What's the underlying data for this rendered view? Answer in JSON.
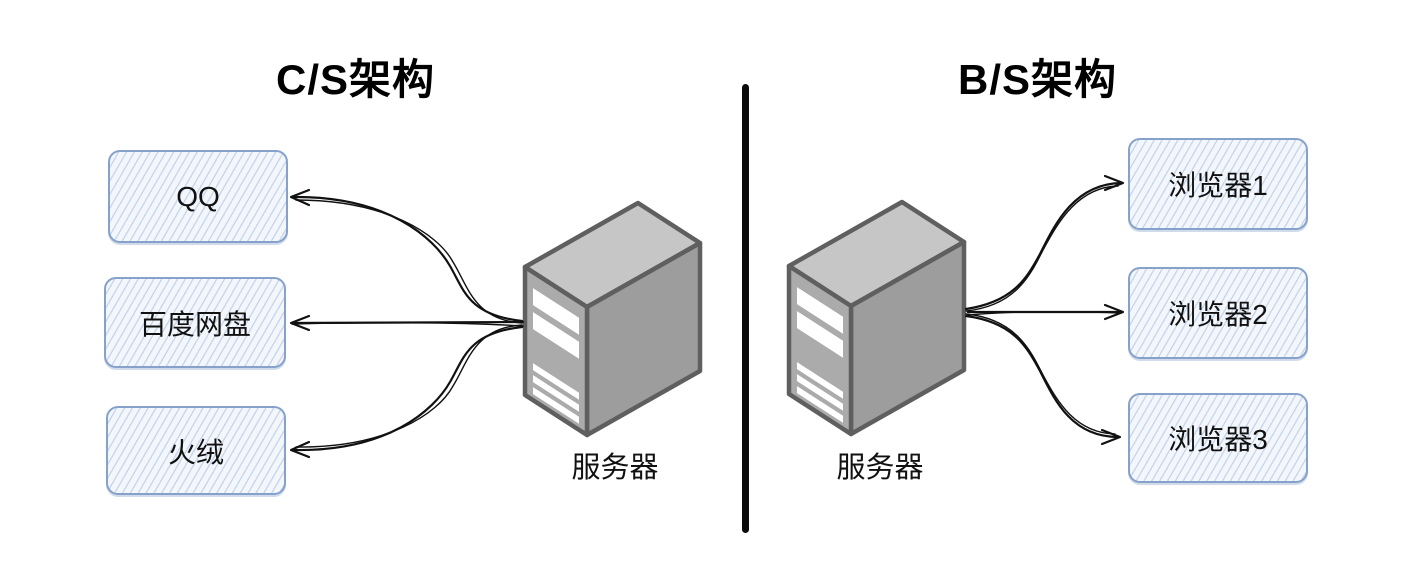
{
  "cs": {
    "title": "C/S架构",
    "clients": [
      {
        "label": "QQ"
      },
      {
        "label": "百度网盘"
      },
      {
        "label": "火绒"
      }
    ],
    "server_label": "服务器"
  },
  "bs": {
    "title": "B/S架构",
    "clients": [
      {
        "label": "浏览器1"
      },
      {
        "label": "浏览器2"
      },
      {
        "label": "浏览器3"
      }
    ],
    "server_label": "服务器"
  },
  "colors": {
    "background": "#ffffff",
    "box_fill": "#f3f7fc",
    "box_hatch": "#94b0d6",
    "box_border": "#86a2cb",
    "text": "#111111",
    "arrow": "#111111",
    "divider": "#0a0a0a",
    "server_top": "#c6c6c6",
    "server_front": "#ababab",
    "server_side": "#9d9d9d",
    "server_outline": "#5f5f5f"
  }
}
